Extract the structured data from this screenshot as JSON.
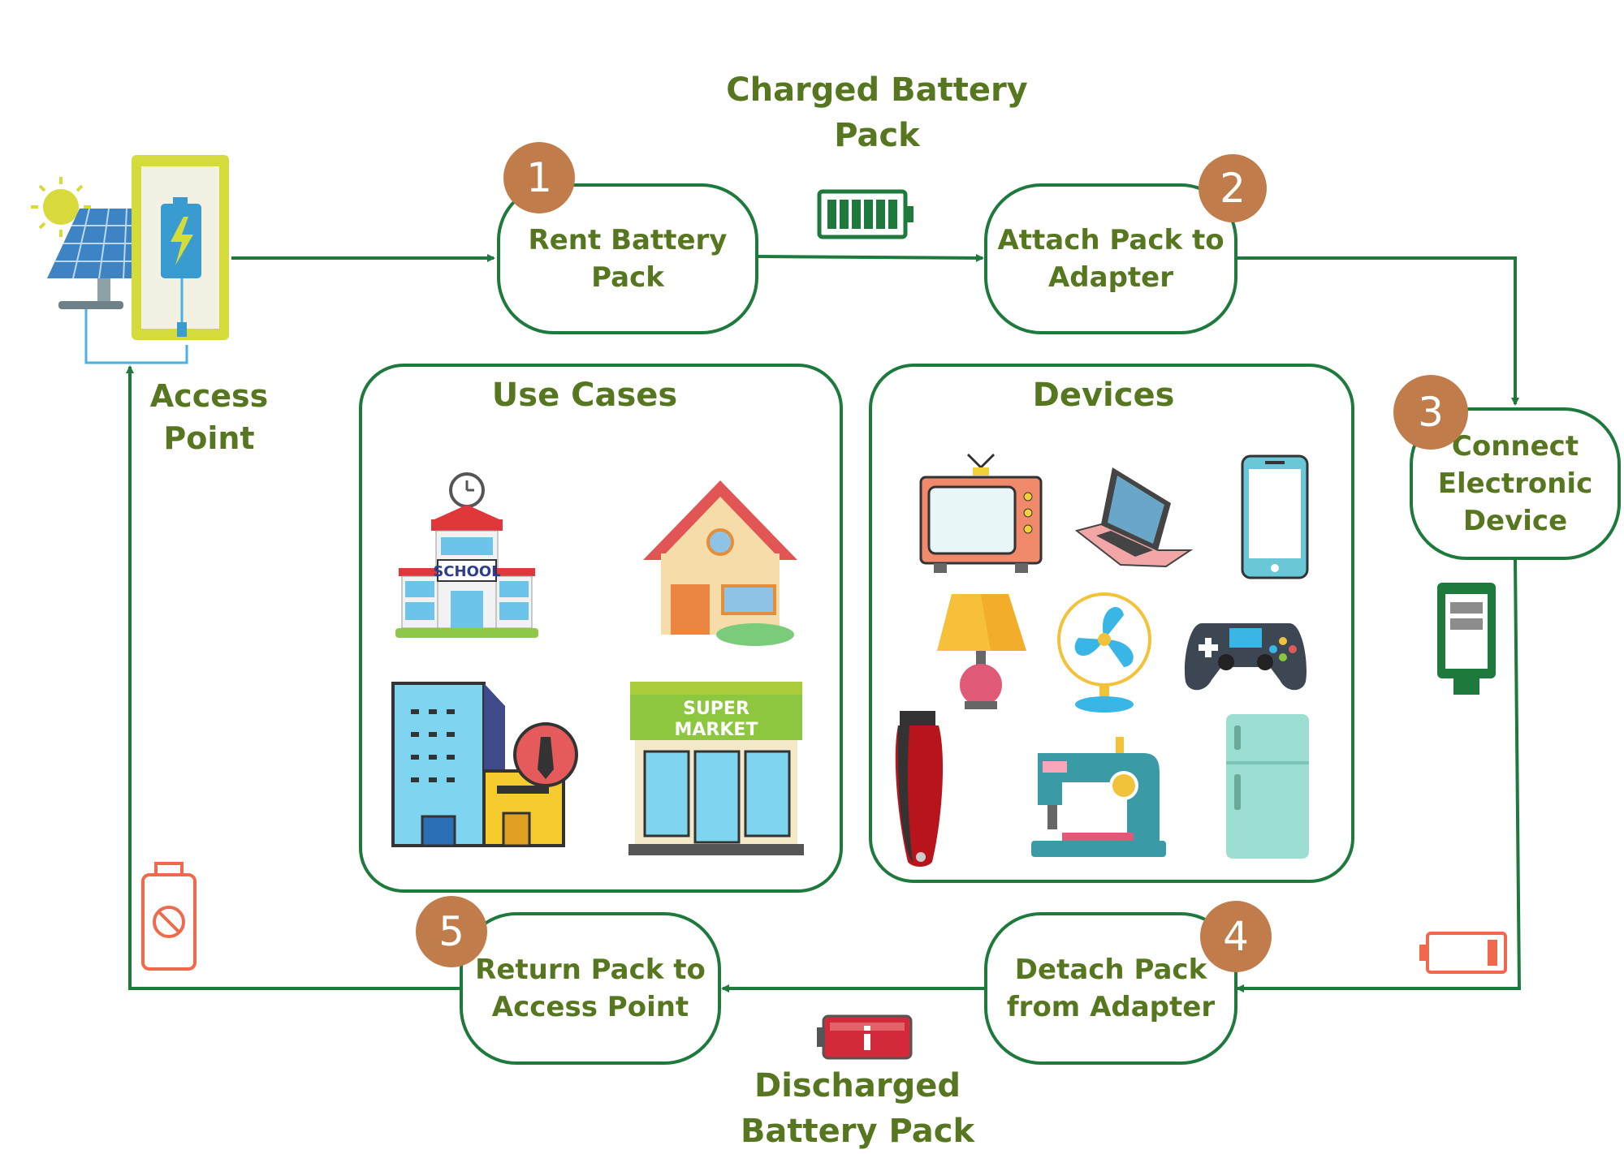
{
  "access_point": {
    "label": "Access\nPoint"
  },
  "charged": {
    "label": "Charged Battery\nPack"
  },
  "discharged": {
    "label": "Discharged\nBattery Pack"
  },
  "steps": [
    {
      "number": "1",
      "label": "Rent Battery\nPack"
    },
    {
      "number": "2",
      "label": "Attach Pack to\nAdapter"
    },
    {
      "number": "3",
      "label": "Connect\nElectronic\nDevice"
    },
    {
      "number": "4",
      "label": "Detach Pack\nfrom Adapter"
    },
    {
      "number": "5",
      "label": "Return Pack to\nAccess Point"
    }
  ],
  "use_cases": {
    "title": "Use Cases",
    "items": [
      "school",
      "house",
      "office",
      "supermarket"
    ],
    "school_sign": "SCHOOL",
    "market_sign_1": "SUPER",
    "market_sign_2": "MARKET"
  },
  "devices": {
    "title": "Devices",
    "items": [
      "tv",
      "laptop",
      "smartphone",
      "lamp",
      "fan",
      "game-controller",
      "hair-clipper",
      "sewing-machine",
      "refrigerator"
    ]
  },
  "colors": {
    "flow_green": "#1e7a3c",
    "label_olive": "#56761f",
    "badge_brown": "#c07c4a",
    "low_battery": "#ef6a4c"
  }
}
